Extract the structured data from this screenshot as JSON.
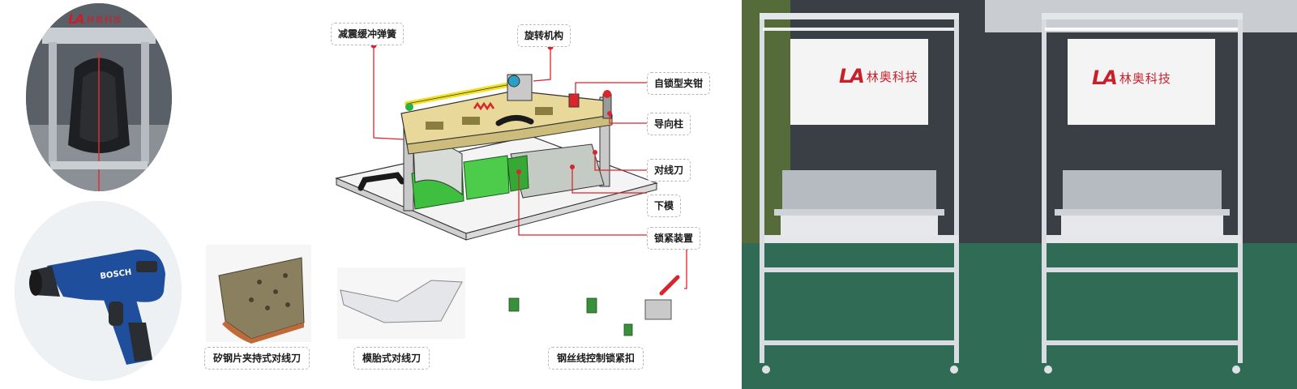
{
  "brand": {
    "logo_text": "LA",
    "company_name": "林奥科技"
  },
  "diagram": {
    "callouts": {
      "damping_spring": "减震缓冲弹簧",
      "rotation_mechanism": "旋转机构",
      "self_lock_clamp": "自锁型夹钳",
      "guide_pillar": "导向柱",
      "alignment_knife": "对线刀",
      "lower_mold": "下模",
      "locking_device": "锁紧装置"
    },
    "captions": {
      "steel_sheet_knife": "矽钢片夹持式对线刀",
      "mold_knife": "模胎式对线刀",
      "wire_lock": "钢丝线控制锁紧扣"
    }
  },
  "colors": {
    "accent_red": "#d9262c",
    "frame_yellow": "#e8d89a",
    "block_green": "#3fbf3f",
    "aluminium": "#d9dde1"
  }
}
